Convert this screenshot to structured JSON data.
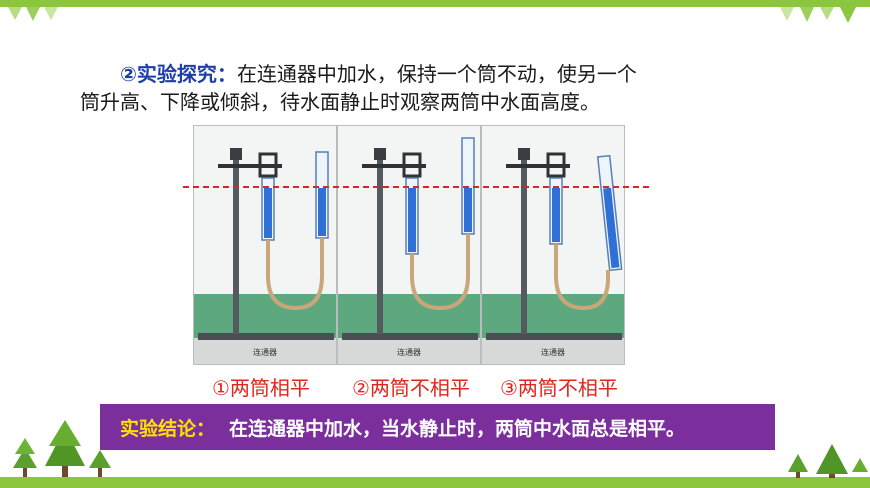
{
  "intro": {
    "lead": "②实验探究：",
    "line1_rest": "在连通器中加水，保持一个筒不动，使另一个",
    "line2": "筒升高、下降或倾斜，待水面静止时观察两筒中水面高度。"
  },
  "panels": [
    {
      "base_label": "连通器",
      "caption": "①两筒相平"
    },
    {
      "base_label": "连通器",
      "caption": "②两筒不相平"
    },
    {
      "base_label": "连通器",
      "caption": "③两筒不相平"
    }
  ],
  "conclusion": {
    "label": "实验结论：",
    "text": "在连通器中加水，当水静止时，两筒中水面总是相平。"
  },
  "colors": {
    "accent_green": "#8cc63f",
    "lead_blue": "#1f3fa8",
    "caption_red": "#e0261e",
    "conclusion_purple": "#7a2f9c",
    "conclusion_label_yellow": "#ffe000",
    "water_blue": "#2f6fd6",
    "ground_green": "#5ea880",
    "dashed_red": "#d6262a"
  },
  "icons": [
    "triangle-bunting-icon",
    "pine-tree-icon",
    "lab-stand-icon"
  ]
}
